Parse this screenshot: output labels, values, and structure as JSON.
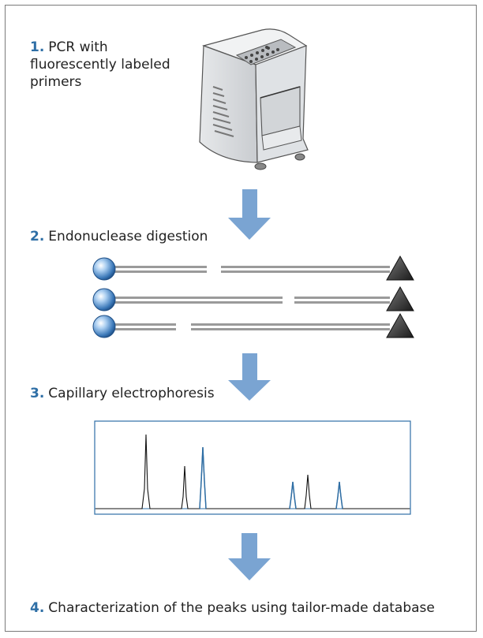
{
  "steps": [
    {
      "number": "1.",
      "text": "PCR with fluorescently labeled primers"
    },
    {
      "number": "2.",
      "text": "Endonuclease digestion"
    },
    {
      "number": "3.",
      "text": "Capillary electrophoresis"
    },
    {
      "number": "4.",
      "text": "Characterization of the peaks using tailor-made database"
    }
  ],
  "colors": {
    "accent": "#2f6fa6",
    "arrow": "#7aa4d2",
    "frame": "#7a7a7a",
    "fragment": "#9a9a9a",
    "peak_black": "#111111",
    "peak_blue": "#2f6fa6"
  },
  "icons": {
    "thermocycler": "thermocycler-icon",
    "fluorophore": "fluorescent-sphere-icon",
    "quencher": "dark-triangle-icon"
  }
}
